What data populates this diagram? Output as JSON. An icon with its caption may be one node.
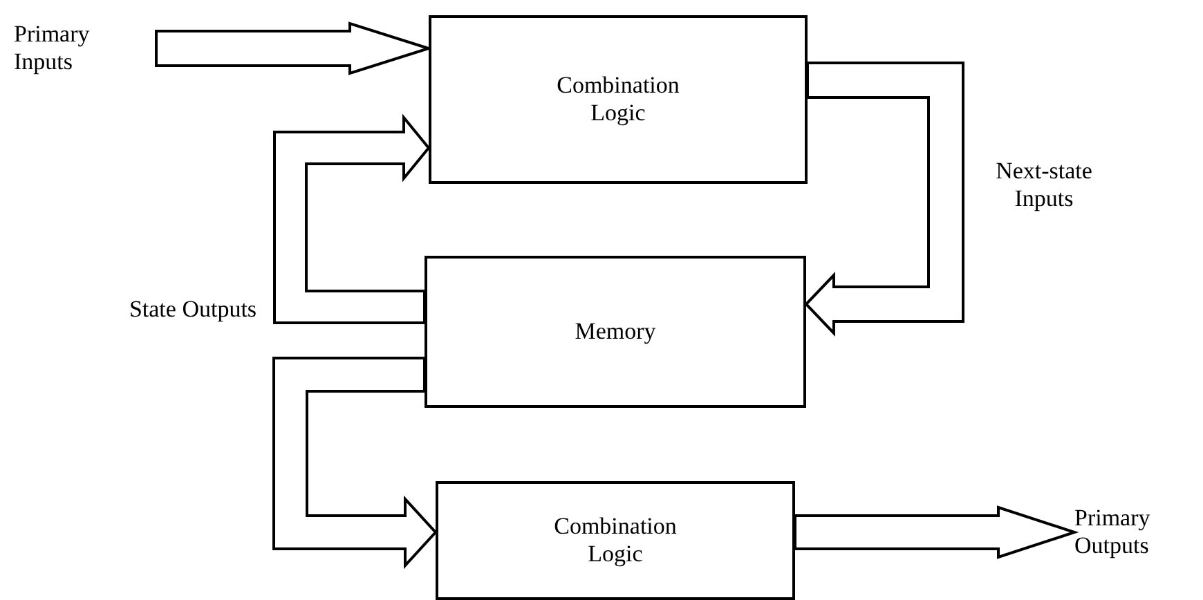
{
  "diagram": {
    "nodes": [
      {
        "text": [
          "Primary Inputs"
        ]
      },
      {
        "text": [
          "Combination Logic"
        ]
      },
      {
        "text": [
          "Memory"
        ]
      },
      {
        "text": [
          "Combination Logic"
        ]
      },
      {
        "text": [
          "Primary Outputs"
        ]
      }
    ],
    "edges": [
      {
        "from": 0,
        "to": 1,
        "arrow": "to"
      },
      {
        "from": 1,
        "to": 2,
        "arrow": "to",
        "label": "Next-state Inputs"
      },
      {
        "from": 2,
        "to": 1,
        "arrow": "to"
      },
      {
        "from": 2,
        "to": 3,
        "arrow": "to"
      },
      {
        "from": 3,
        "to": 4,
        "arrow": "to"
      }
    ],
    "labels": [
      "State Outputs"
    ]
  }
}
